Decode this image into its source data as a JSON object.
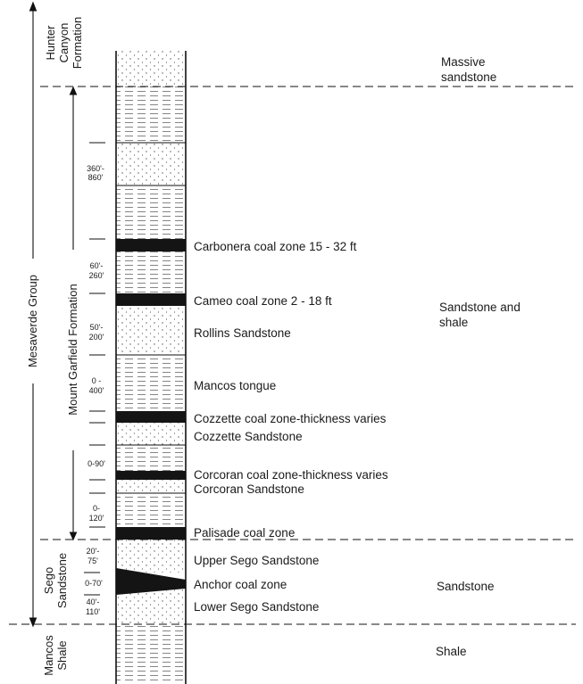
{
  "formations": {
    "mesaverde_group": "Mesaverde Group",
    "hunter_canyon": [
      "Hunter",
      "Canyon",
      "Formation"
    ],
    "mount_garfield": "Mount Garfield Formation",
    "sego": [
      "Sego",
      "Sandstone"
    ],
    "mancos": [
      "Mancos",
      "Shale"
    ]
  },
  "units": [
    "Carbonera coal zone 15 - 32 ft",
    "Cameo coal zone 2 - 18 ft",
    "Rollins Sandstone",
    "Mancos tongue",
    "Cozzette coal zone-thickness varies",
    "Cozzette Sandstone",
    "Corcoran coal zone-thickness varies",
    "Corcoran Sandstone",
    "Palisade coal zone",
    "Upper Sego Sandstone",
    "Anchor coal zone",
    "Lower Sego Sandstone"
  ],
  "lithology": {
    "massive_sandstone": [
      "Massive",
      "sandstone"
    ],
    "sandstone_and_shale": [
      "Sandstone and",
      "shale"
    ],
    "sandstone": "Sandstone",
    "shale": "Shale"
  },
  "thickness": {
    "t360": [
      "360'-",
      "860'"
    ],
    "t60": [
      "60'-",
      "260'"
    ],
    "t50": [
      "50'-",
      "200'"
    ],
    "t0_400": [
      "0 -",
      "400'"
    ],
    "t0_90": "0-90'",
    "t0_120": [
      "0-",
      "120'"
    ],
    "t20": [
      "20'-",
      "75'"
    ],
    "t0_70": "0-70'",
    "t40": [
      "40'-",
      "110'"
    ]
  }
}
